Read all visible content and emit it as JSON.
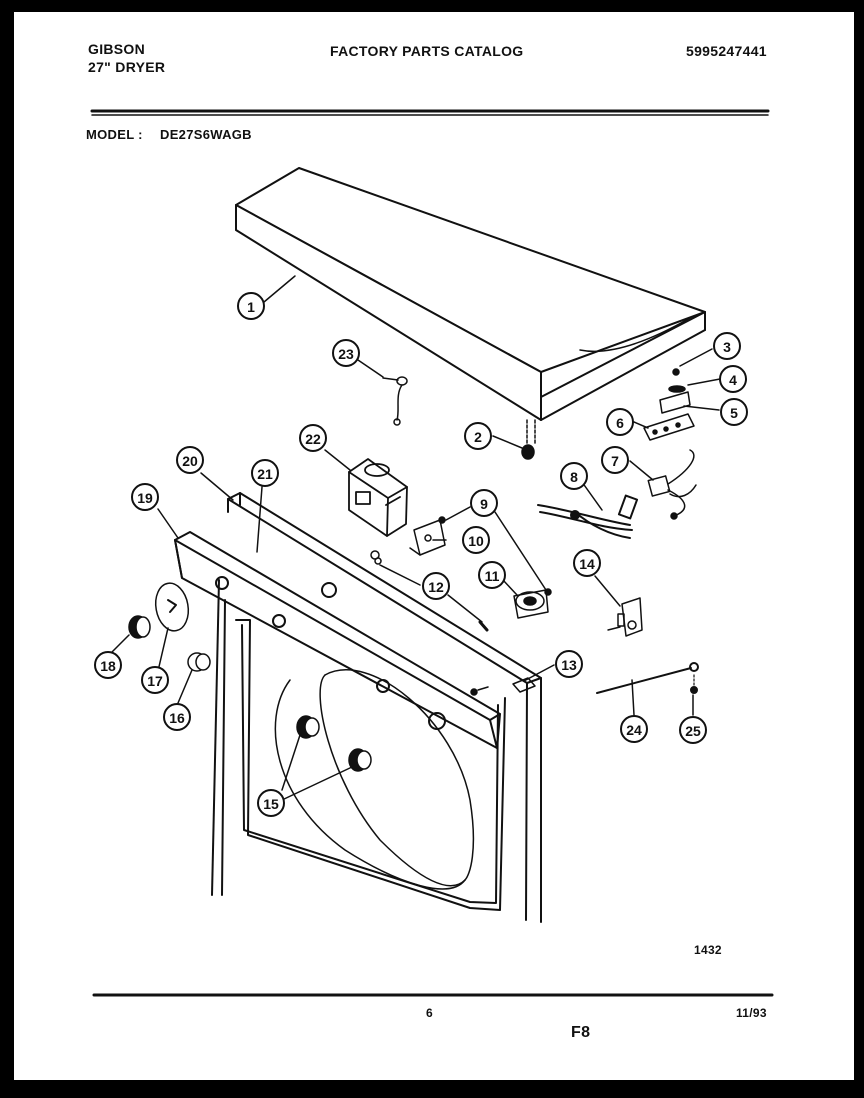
{
  "header": {
    "brand": "GIBSON",
    "product": "27\" DRYER",
    "catalog_title": "FACTORY PARTS CATALOG",
    "catalog_number": "5995247441",
    "model_label": "MODEL :",
    "model_number": "DE27S6WAGB"
  },
  "footer": {
    "drawing_number": "1432",
    "page_number": "6",
    "date": "11/93",
    "figure": "F8"
  },
  "callouts": [
    "1",
    "2",
    "3",
    "4",
    "5",
    "6",
    "7",
    "8",
    "9",
    "10",
    "11",
    "12",
    "13",
    "14",
    "15",
    "16",
    "17",
    "18",
    "19",
    "20",
    "21",
    "22",
    "23",
    "24",
    "25"
  ]
}
